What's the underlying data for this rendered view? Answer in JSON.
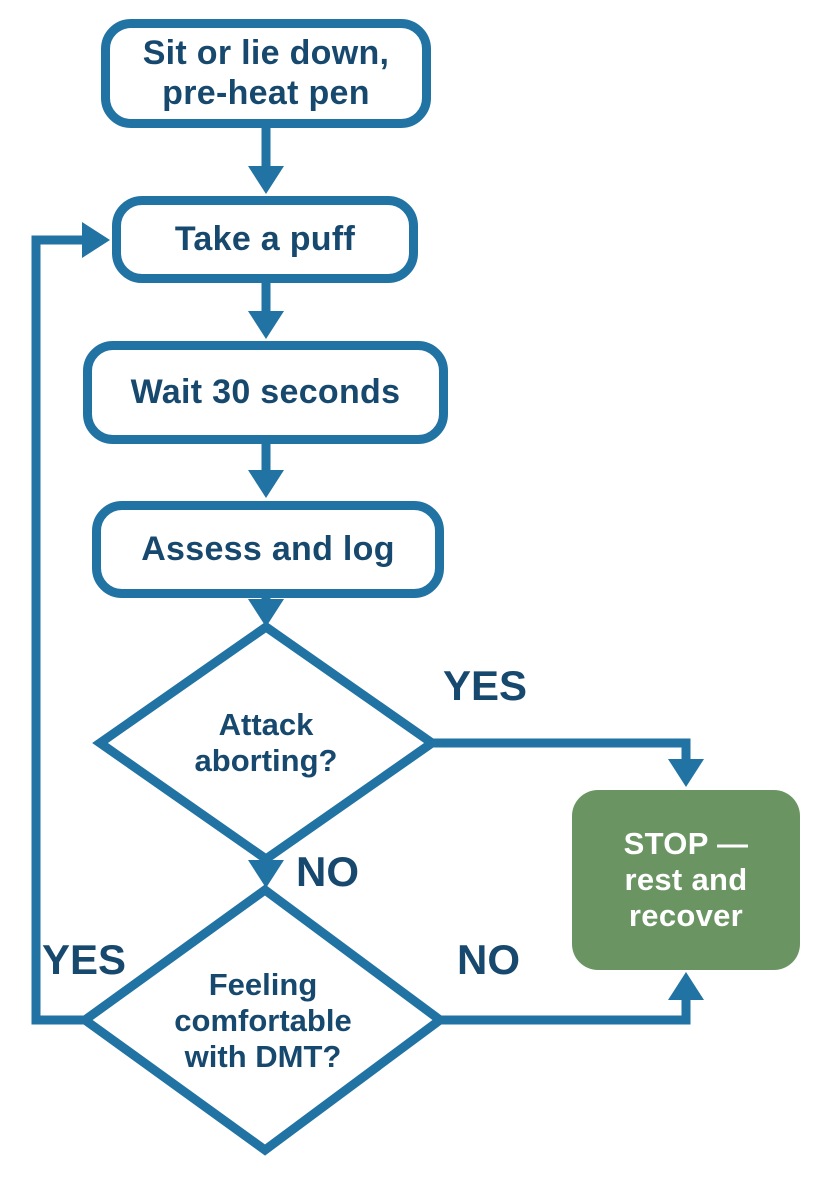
{
  "flowchart": {
    "nodes": {
      "start": {
        "label": "Sit or lie down,\npre-heat pen",
        "type": "process"
      },
      "puff": {
        "label": "Take a puff",
        "type": "process"
      },
      "wait": {
        "label": "Wait 30 seconds",
        "type": "process"
      },
      "assess": {
        "label": "Assess and log",
        "type": "process"
      },
      "attack": {
        "label": "Attack\naborting?",
        "type": "decision"
      },
      "comfort": {
        "label": "Feeling\ncomfortable\nwith DMT?",
        "type": "decision"
      },
      "stop": {
        "label": "STOP —\nrest and\nrecover",
        "type": "terminal"
      }
    },
    "edge_labels": {
      "attack_yes": "YES",
      "attack_no": "NO",
      "comfort_yes": "YES",
      "comfort_no": "NO"
    },
    "colors": {
      "line_blue": "#2173a3",
      "text_navy": "#17496f",
      "stop_green": "#6b9463",
      "stop_text": "#ffffff",
      "background": "#ffffff"
    }
  }
}
